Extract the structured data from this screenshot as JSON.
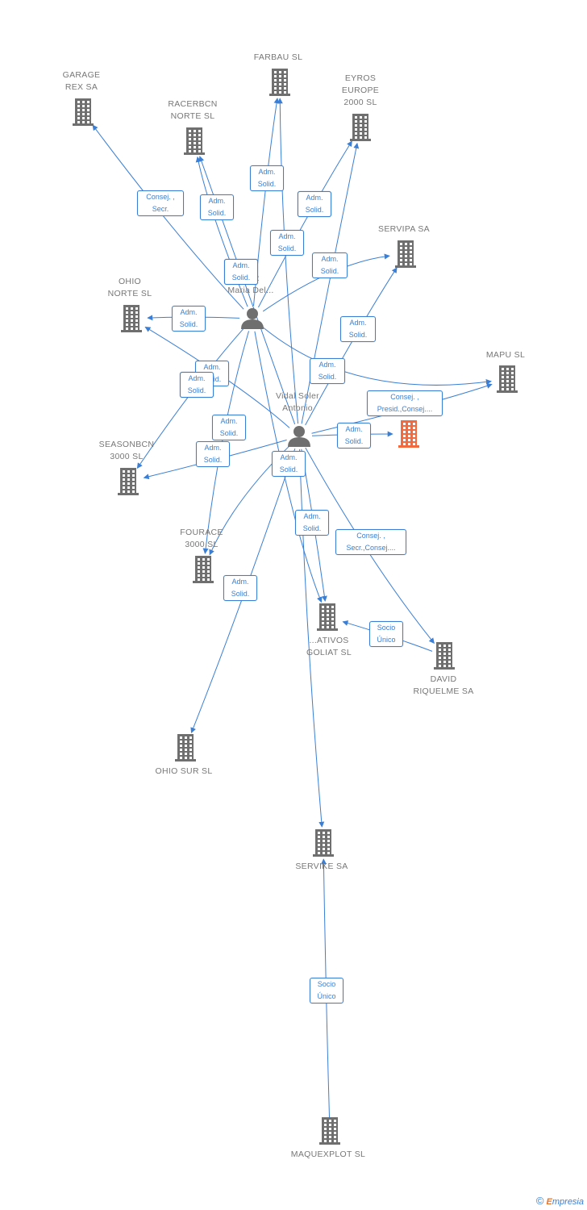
{
  "diagram": {
    "colors": {
      "edge": "#3a7fd5",
      "company": "#6f6f6f",
      "highlight": "#f26a3d",
      "person": "#6f6f6f"
    },
    "nodes": [
      {
        "id": "garage",
        "type": "company",
        "label": "GARAGE\nREX SA"
      },
      {
        "id": "farbau",
        "type": "company",
        "label": "FARBAU SL"
      },
      {
        "id": "racerbcn",
        "type": "company",
        "label": "RACERBCN\nNORTE SL"
      },
      {
        "id": "eyros",
        "type": "company",
        "label": "EYROS\nEUROPE\n2000 SL"
      },
      {
        "id": "servipa",
        "type": "company",
        "label": "SERVIPA SA"
      },
      {
        "id": "ohionorte",
        "type": "company",
        "label": "OHIO\nNORTE SL"
      },
      {
        "id": "mapu",
        "type": "company",
        "label": "MAPU SL"
      },
      {
        "id": "target",
        "type": "company",
        "label": "",
        "highlight": true
      },
      {
        "id": "seasonbcn",
        "type": "company",
        "label": "SEASONBCN\n3000 SL"
      },
      {
        "id": "fourace",
        "type": "company",
        "label": "FOURACE\n3000 SL"
      },
      {
        "id": "goliat",
        "type": "company",
        "label": "...ATIVOS\nGOLIAT SL"
      },
      {
        "id": "david",
        "type": "company",
        "label": "DAVID\nRIQUELME SA"
      },
      {
        "id": "ohiosur",
        "type": "company",
        "label": "OHIO SUR SL"
      },
      {
        "id": "servike",
        "type": "company",
        "label": "SERVIKE SA"
      },
      {
        "id": "maquexplot",
        "type": "company",
        "label": "MAQUEXPLOT SL"
      },
      {
        "id": "martin",
        "type": "person",
        "label": "...n\n...ez\nMaria Del..."
      },
      {
        "id": "vidal",
        "type": "person",
        "label": "Vidal Soler\nAntonio"
      }
    ],
    "relations": [
      {
        "from": "martin",
        "to": "garage",
        "label": "Consej. ,\nSecr."
      },
      {
        "from": "martin",
        "to": "racerbcn",
        "label": "Adm.\nSolid."
      },
      {
        "from": "martin",
        "to": "farbau",
        "label": "Adm.\nSolid."
      },
      {
        "from": "martin",
        "to": "eyros",
        "label": "Adm.\nSolid."
      },
      {
        "from": "martin",
        "to": "servipa",
        "label": "Adm.\nSolid."
      },
      {
        "from": "martin",
        "to": "ohionorte",
        "label": "Adm.\nSolid."
      },
      {
        "from": "martin",
        "to": "seasonbcn",
        "label": "Adm.\nSolid."
      },
      {
        "from": "martin",
        "to": "fourace",
        "label": "Adm.\nSolid."
      },
      {
        "from": "martin",
        "to": "mapu",
        "label": "Adm.\nSolid."
      },
      {
        "from": "martin",
        "to": "goliat",
        "label": "Adm.\nSolid."
      },
      {
        "from": "vidal",
        "to": "farbau",
        "label": "Adm.\nSolid."
      },
      {
        "from": "vidal",
        "to": "racerbcn",
        "label": "Adm.\nSolid."
      },
      {
        "from": "vidal",
        "to": "eyros",
        "label": "Adm.\nSolid."
      },
      {
        "from": "vidal",
        "to": "servipa",
        "label": "Adm.\nSolid."
      },
      {
        "from": "vidal",
        "to": "ohionorte",
        "label": "Adm.\nSolid."
      },
      {
        "from": "vidal",
        "to": "mapu",
        "label": "Consej. ,\nPresid.,Consej...."
      },
      {
        "from": "vidal",
        "to": "target",
        "label": "Adm.\nSolid."
      },
      {
        "from": "vidal",
        "to": "seasonbcn",
        "label": "Adm.\nSolid."
      },
      {
        "from": "vidal",
        "to": "fourace",
        "label": "Adm.\nSolid."
      },
      {
        "from": "vidal",
        "to": "goliat",
        "label": "Adm.\nSolid."
      },
      {
        "from": "vidal",
        "to": "david",
        "label": "Consej. ,\nSecr.,Consej...."
      },
      {
        "from": "vidal",
        "to": "ohiosur",
        "label": "Adm.\nSolid."
      },
      {
        "from": "vidal",
        "to": "servike",
        "label": "Adm.\nSolid."
      },
      {
        "from": "david",
        "to": "goliat",
        "label": "Socio\nÚnico"
      },
      {
        "from": "maquexplot",
        "to": "servike",
        "label": "Socio\nÚnico"
      }
    ]
  },
  "brand": {
    "copyright": "©",
    "name_initial": "E",
    "name_rest": "mpresia"
  }
}
